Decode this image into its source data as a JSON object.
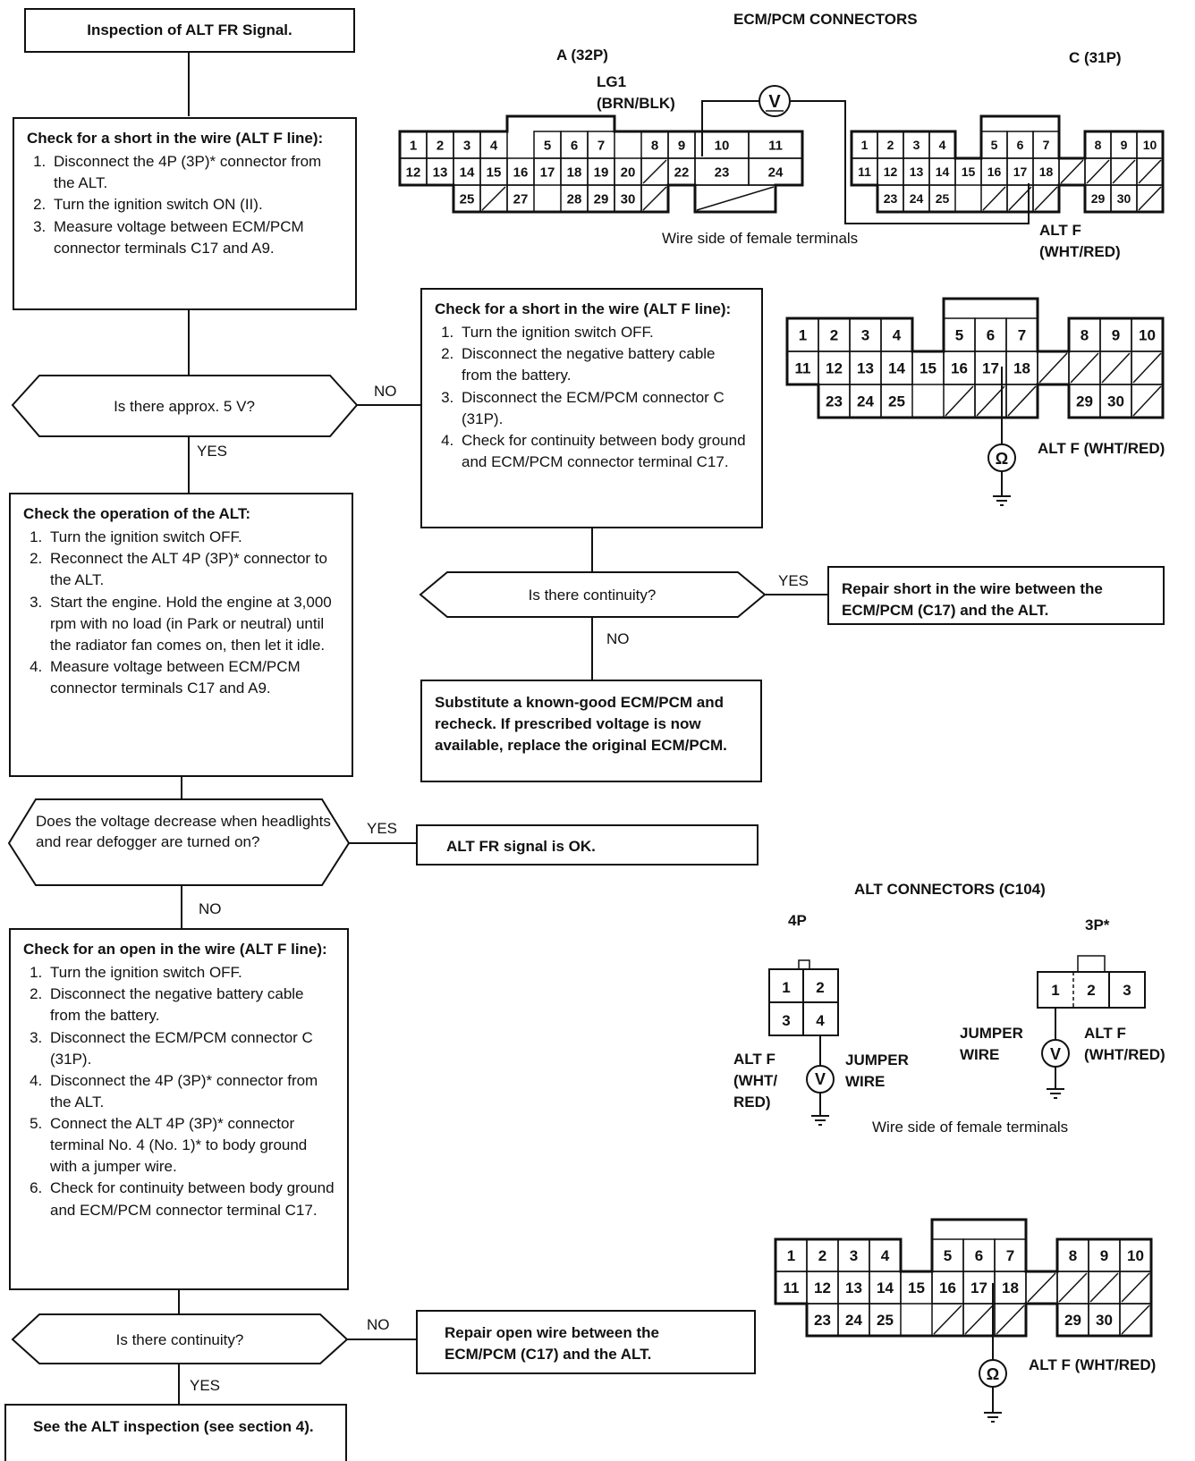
{
  "flow": {
    "start_title": "Inspection of ALT FR Signal.",
    "step1": {
      "heading": "Check for a short in the wire (ALT F line):",
      "items": [
        "Disconnect the 4P (3P)* connector from the ALT.",
        "Turn the ignition switch ON (II).",
        "Measure voltage between ECM/PCM connector terminals C17 and A9."
      ]
    },
    "q1": "Is there approx. 5 V?",
    "q1_no": "NO",
    "q1_yes": "YES",
    "step2": {
      "heading": "Check for a short in the wire (ALT F line):",
      "items": [
        "Turn the ignition switch OFF.",
        "Disconnect the negative battery cable from the battery.",
        "Disconnect the ECM/PCM connector C (31P).",
        "Check for continuity between body ground and ECM/PCM connector terminal C17."
      ]
    },
    "q2": "Is there continuity?",
    "q2_yes": "YES",
    "q2_no": "NO",
    "repair_short": "Repair short in the wire between the ECM/PCM (C17) and the ALT.",
    "substitute": "Substitute a known-good ECM/PCM and recheck. If prescribed voltage is now available, replace the original ECM/PCM.",
    "step3": {
      "heading": "Check the operation of the ALT:",
      "items": [
        "Turn the ignition switch OFF.",
        "Reconnect the ALT 4P (3P)* connector to the ALT.",
        "Start the engine. Hold the engine at 3,000 rpm with no load (in Park or neutral) until the radiator fan comes on, then let it idle.",
        "Measure voltage between ECM/PCM connector terminals C17 and A9."
      ]
    },
    "q3": "Does the voltage decrease when headlights and rear defogger are turned on?",
    "q3_yes": "YES",
    "q3_no": "NO",
    "ok": "ALT FR signal is OK.",
    "step4": {
      "heading": "Check for an open in the wire (ALT F line):",
      "items": [
        "Turn the ignition switch OFF.",
        "Disconnect the negative battery cable from the battery.",
        "Disconnect the ECM/PCM connector C (31P).",
        "Disconnect the 4P (3P)* connector from the ALT.",
        "Connect the ALT 4P (3P)* connector terminal No. 4 (No. 1)* to body ground with a jumper wire.",
        "Check for continuity between body ground and ECM/PCM connector terminal C17."
      ]
    },
    "q4": "Is there continuity?",
    "q4_no": "NO",
    "q4_yes": "YES",
    "repair_open": "Repair open wire between the ECM/PCM (C17) and the ALT.",
    "final": "See the ALT inspection (see section 4)."
  },
  "figures": {
    "ecm_title": "ECM/PCM CONNECTORS",
    "conn_a": "A (32P)",
    "conn_c": "C (31P)",
    "lg1_line1": "LG1",
    "lg1_line2": "(BRN/BLK)",
    "wire_side": "Wire side of female terminals",
    "alt_f_line1": "ALT F",
    "alt_f_line2": "(WHT/RED)",
    "alt_f_full": "ALT F (WHT/RED)",
    "volt_symbol": "V",
    "ohm_symbol": "Ω",
    "alt_conn_title": "ALT CONNECTORS (C104)",
    "p4": "4P",
    "p3": "3P*",
    "jumper_line1": "JUMPER",
    "jumper_line2": "WIRE",
    "alt_wht_line2": "(WHT/",
    "alt_wht_line3": "RED)"
  }
}
